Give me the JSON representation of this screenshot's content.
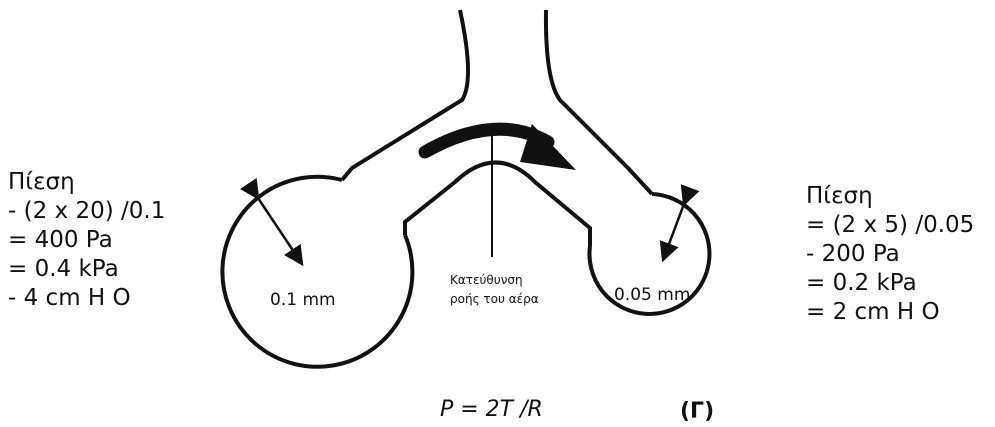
{
  "left_alveolus": {
    "heading": "Πίεση",
    "lines": [
      "- (2 x 20) /0.1",
      "= 400 Pa",
      "= 0.4 kPa",
      "- 4 cm H O"
    ],
    "radius_label": "0.1 mm"
  },
  "right_alveolus": {
    "heading": "Πίεση",
    "lines": [
      "= (2 x 5) /0.05",
      "- 200 Pa",
      "= 0.2 kPa",
      "= 2 cm H O"
    ],
    "radius_label": "0.05 mm"
  },
  "airflow": {
    "line1": "Κατεύθυνση",
    "line2": "ροής του αέρα"
  },
  "formula": "P = 2T /R",
  "panel_label": "(Γ)"
}
